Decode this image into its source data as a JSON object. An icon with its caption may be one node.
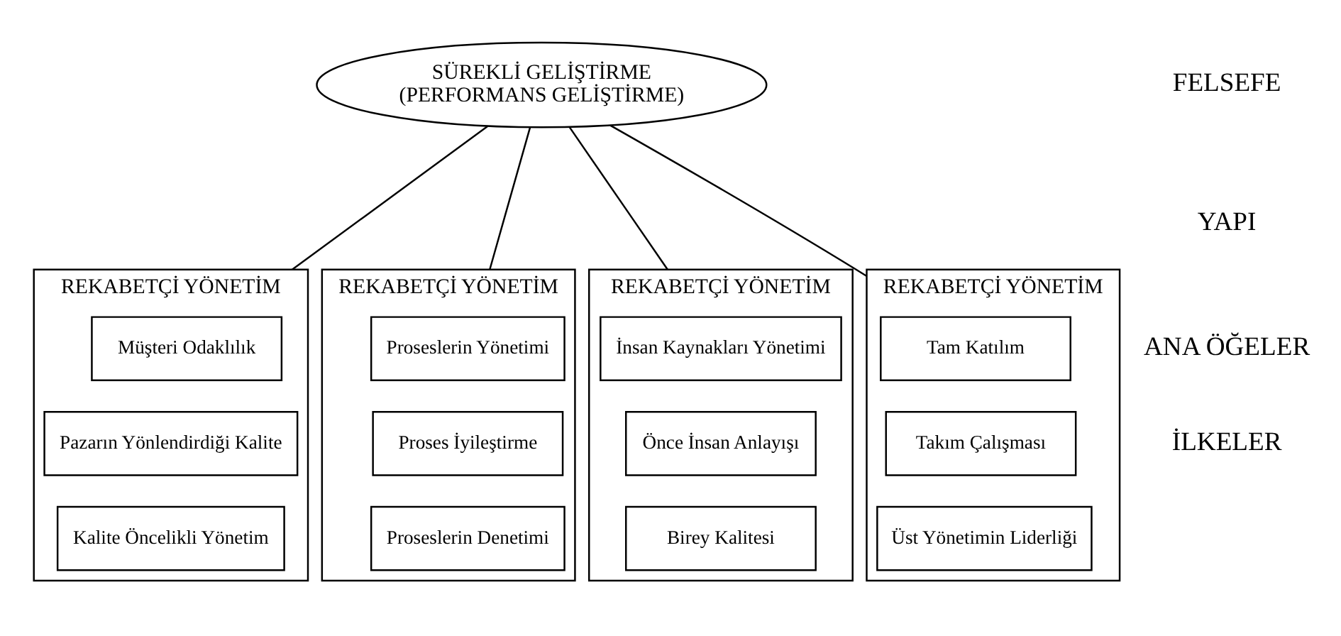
{
  "diagram": {
    "nodes": [
      {
        "text": [
          "SÜREKLİ GELİŞTİRME",
          "(PERFORMANS GELİŞTİRME)"
        ]
      },
      {
        "text": [
          "REKABETÇİ YÖNETİM"
        ]
      },
      {
        "text": [
          "Müşteri Odaklılık"
        ],
        "in": 1
      },
      {
        "text": [
          "Pazarın Yönlendirdiği Kalite"
        ],
        "in": 1
      },
      {
        "text": [
          "Kalite Öncelikli Yönetim"
        ],
        "in": 1
      },
      {
        "text": [
          "REKABETÇİ YÖNETİM"
        ]
      },
      {
        "text": [
          "Proseslerin Yönetimi"
        ],
        "in": 5
      },
      {
        "text": [
          "Proses İyileştirme"
        ],
        "in": 5
      },
      {
        "text": [
          "Proseslerin Denetimi"
        ],
        "in": 5
      },
      {
        "text": [
          "REKABETÇİ YÖNETİM"
        ]
      },
      {
        "text": [
          "İnsan Kaynakları Yönetimi"
        ],
        "in": 9
      },
      {
        "text": [
          "Önce İnsan Anlayışı"
        ],
        "in": 9
      },
      {
        "text": [
          "Birey Kalitesi"
        ],
        "in": 9
      },
      {
        "text": [
          "REKABETÇİ YÖNETİM"
        ]
      },
      {
        "text": [
          "Tam Katılım"
        ],
        "in": 13
      },
      {
        "text": [
          "Takım Çalışması"
        ],
        "in": 13
      },
      {
        "text": [
          "Üst Yönetimin Liderliği"
        ],
        "in": 13
      }
    ],
    "edges": [
      {
        "from": 0,
        "to": 1,
        "arrow": "none"
      },
      {
        "from": 0,
        "to": 5,
        "arrow": "none"
      },
      {
        "from": 0,
        "to": 9,
        "arrow": "none"
      },
      {
        "from": 0,
        "to": 13,
        "arrow": "none"
      }
    ],
    "labels": [
      "FELSEFE",
      "YAPI",
      "ANA ÖĞELER",
      "İLKELER"
    ]
  }
}
